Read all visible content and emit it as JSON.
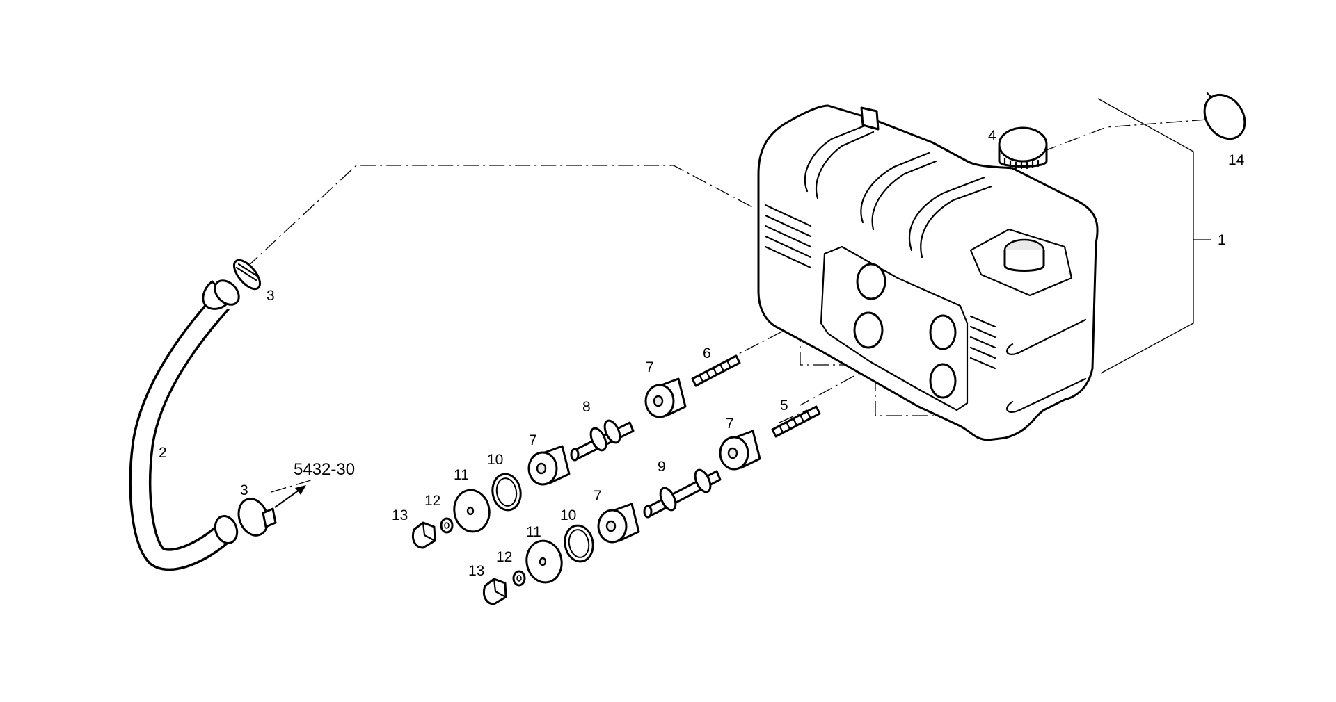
{
  "diagram": {
    "reference": "5432-30",
    "callouts": {
      "c1": "1",
      "c2": "2",
      "c3a": "3",
      "c3b": "3",
      "c4": "4",
      "c5": "5",
      "c6": "6",
      "c7a": "7",
      "c7b": "7",
      "c7c": "7",
      "c7d": "7",
      "c8": "8",
      "c9": "9",
      "c10a": "10",
      "c10b": "10",
      "c11a": "11",
      "c11b": "11",
      "c12a": "12",
      "c12b": "12",
      "c13a": "13",
      "c13b": "13",
      "c14": "14"
    }
  }
}
